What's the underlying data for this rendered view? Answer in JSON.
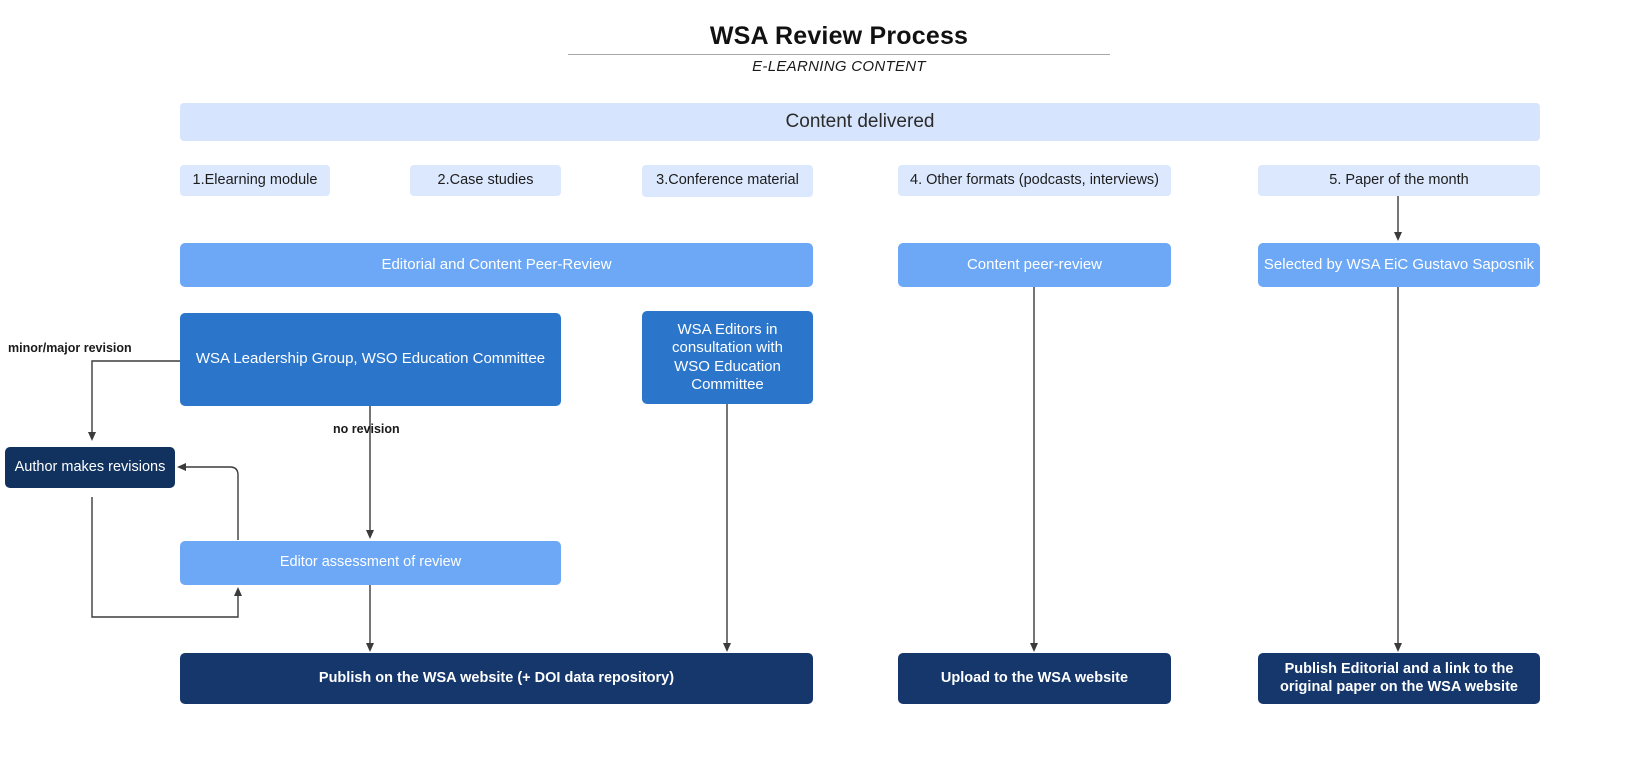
{
  "header": {
    "title": "WSA Review Process",
    "subtitle": "E-LEARNING CONTENT"
  },
  "banner": {
    "label": "Content delivered"
  },
  "content_types": [
    {
      "label": "1.Elearning module"
    },
    {
      "label": "2.Case studies"
    },
    {
      "label": "3.Conference material"
    },
    {
      "label": "4. Other formats (podcasts, interviews)"
    },
    {
      "label": "5. Paper of the month"
    }
  ],
  "review_stage": [
    {
      "label": "Editorial and Content Peer-Review"
    },
    {
      "label": "Content peer-review"
    },
    {
      "label": "Selected by WSA EiC Gustavo Saposnik"
    }
  ],
  "reviewers": [
    {
      "label": "WSA Leadership Group, WSO Education Committee"
    },
    {
      "label": "WSA Editors in consultation with WSO Education Committee"
    }
  ],
  "revision": {
    "author_box": "Author makes revisions",
    "editor_assessment": "Editor assessment of review",
    "label_minor_major": "minor/major revision",
    "label_no_revision": "no revision"
  },
  "outputs": [
    {
      "label": "Publish on the WSA website (+ DOI data repository)"
    },
    {
      "label": "Upload to the WSA website"
    },
    {
      "label": "Publish Editorial and a link to the original paper on the WSA website"
    }
  ],
  "colors": {
    "banner_bg": "#d6e5fd",
    "chip_bg": "#dbe8fd",
    "mid_blue": "#6ca8f6",
    "strong_blue": "#2b76cb",
    "navy": "#15376b",
    "navy_dark": "#11325f",
    "edge": "#3b3b3b",
    "rule": "#a8a8a8"
  }
}
